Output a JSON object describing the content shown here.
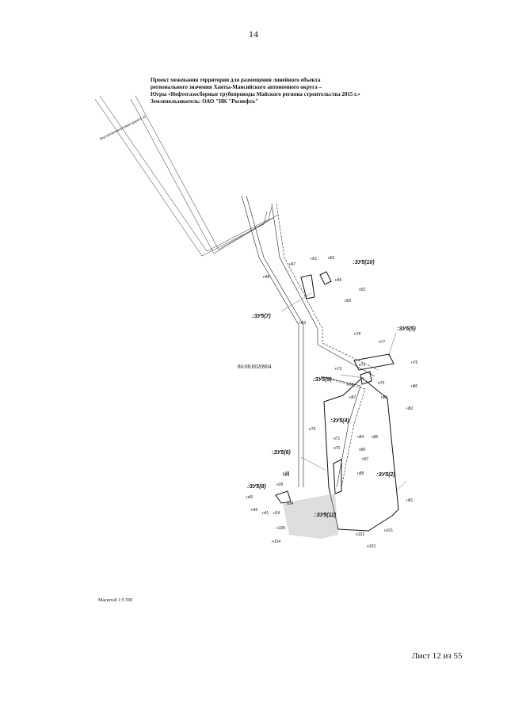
{
  "page_number": "14",
  "header": {
    "line1": "Проект межевания территории для размещения линейного объекта",
    "line2": "регионального значения Ханты-Мансийского автономного округа –",
    "line3": "Югры «Нефтегазосборные трубопроводы Майского региона строительства 2015 г.»",
    "line4": "Землепользователь:  ОАО \"НК \"Роснефть\""
  },
  "map": {
    "road_label": "Внутрипромысловая дорога 11",
    "cadastral_block": "86:08:0020904",
    "parcels": [
      ":ЗУ5(10)",
      ":ЗУ5(7)",
      ":ЗУ5(5)",
      ":ЗУ5(9)",
      ":ЗУ5(4)",
      ":ЗУ5(6)",
      ":ЗУ5(2)",
      ":ЗУ5(8)",
      ":ЗУ5(11)"
    ],
    "point_labels": [
      "н47",
      "н51",
      "н55",
      "н48",
      "н49",
      "н50",
      "н52",
      "н53",
      "н78",
      "н77",
      "н76",
      "н72",
      "н73",
      "н74",
      "н75",
      "н80",
      "н83",
      "н82",
      "н87",
      "н79",
      "н71",
      "н70",
      "н84",
      "н85",
      "н86",
      "н97",
      "н88",
      "н81",
      "н69",
      "н38",
      "н39",
      "н34",
      "н24",
      "н41",
      "н40",
      "н46",
      "н101",
      "н103",
      "н102",
      "н105",
      "н104"
    ]
  },
  "scale_text": "Масштаб 1:5 500",
  "sheet_text": "Лист 12  из 55"
}
